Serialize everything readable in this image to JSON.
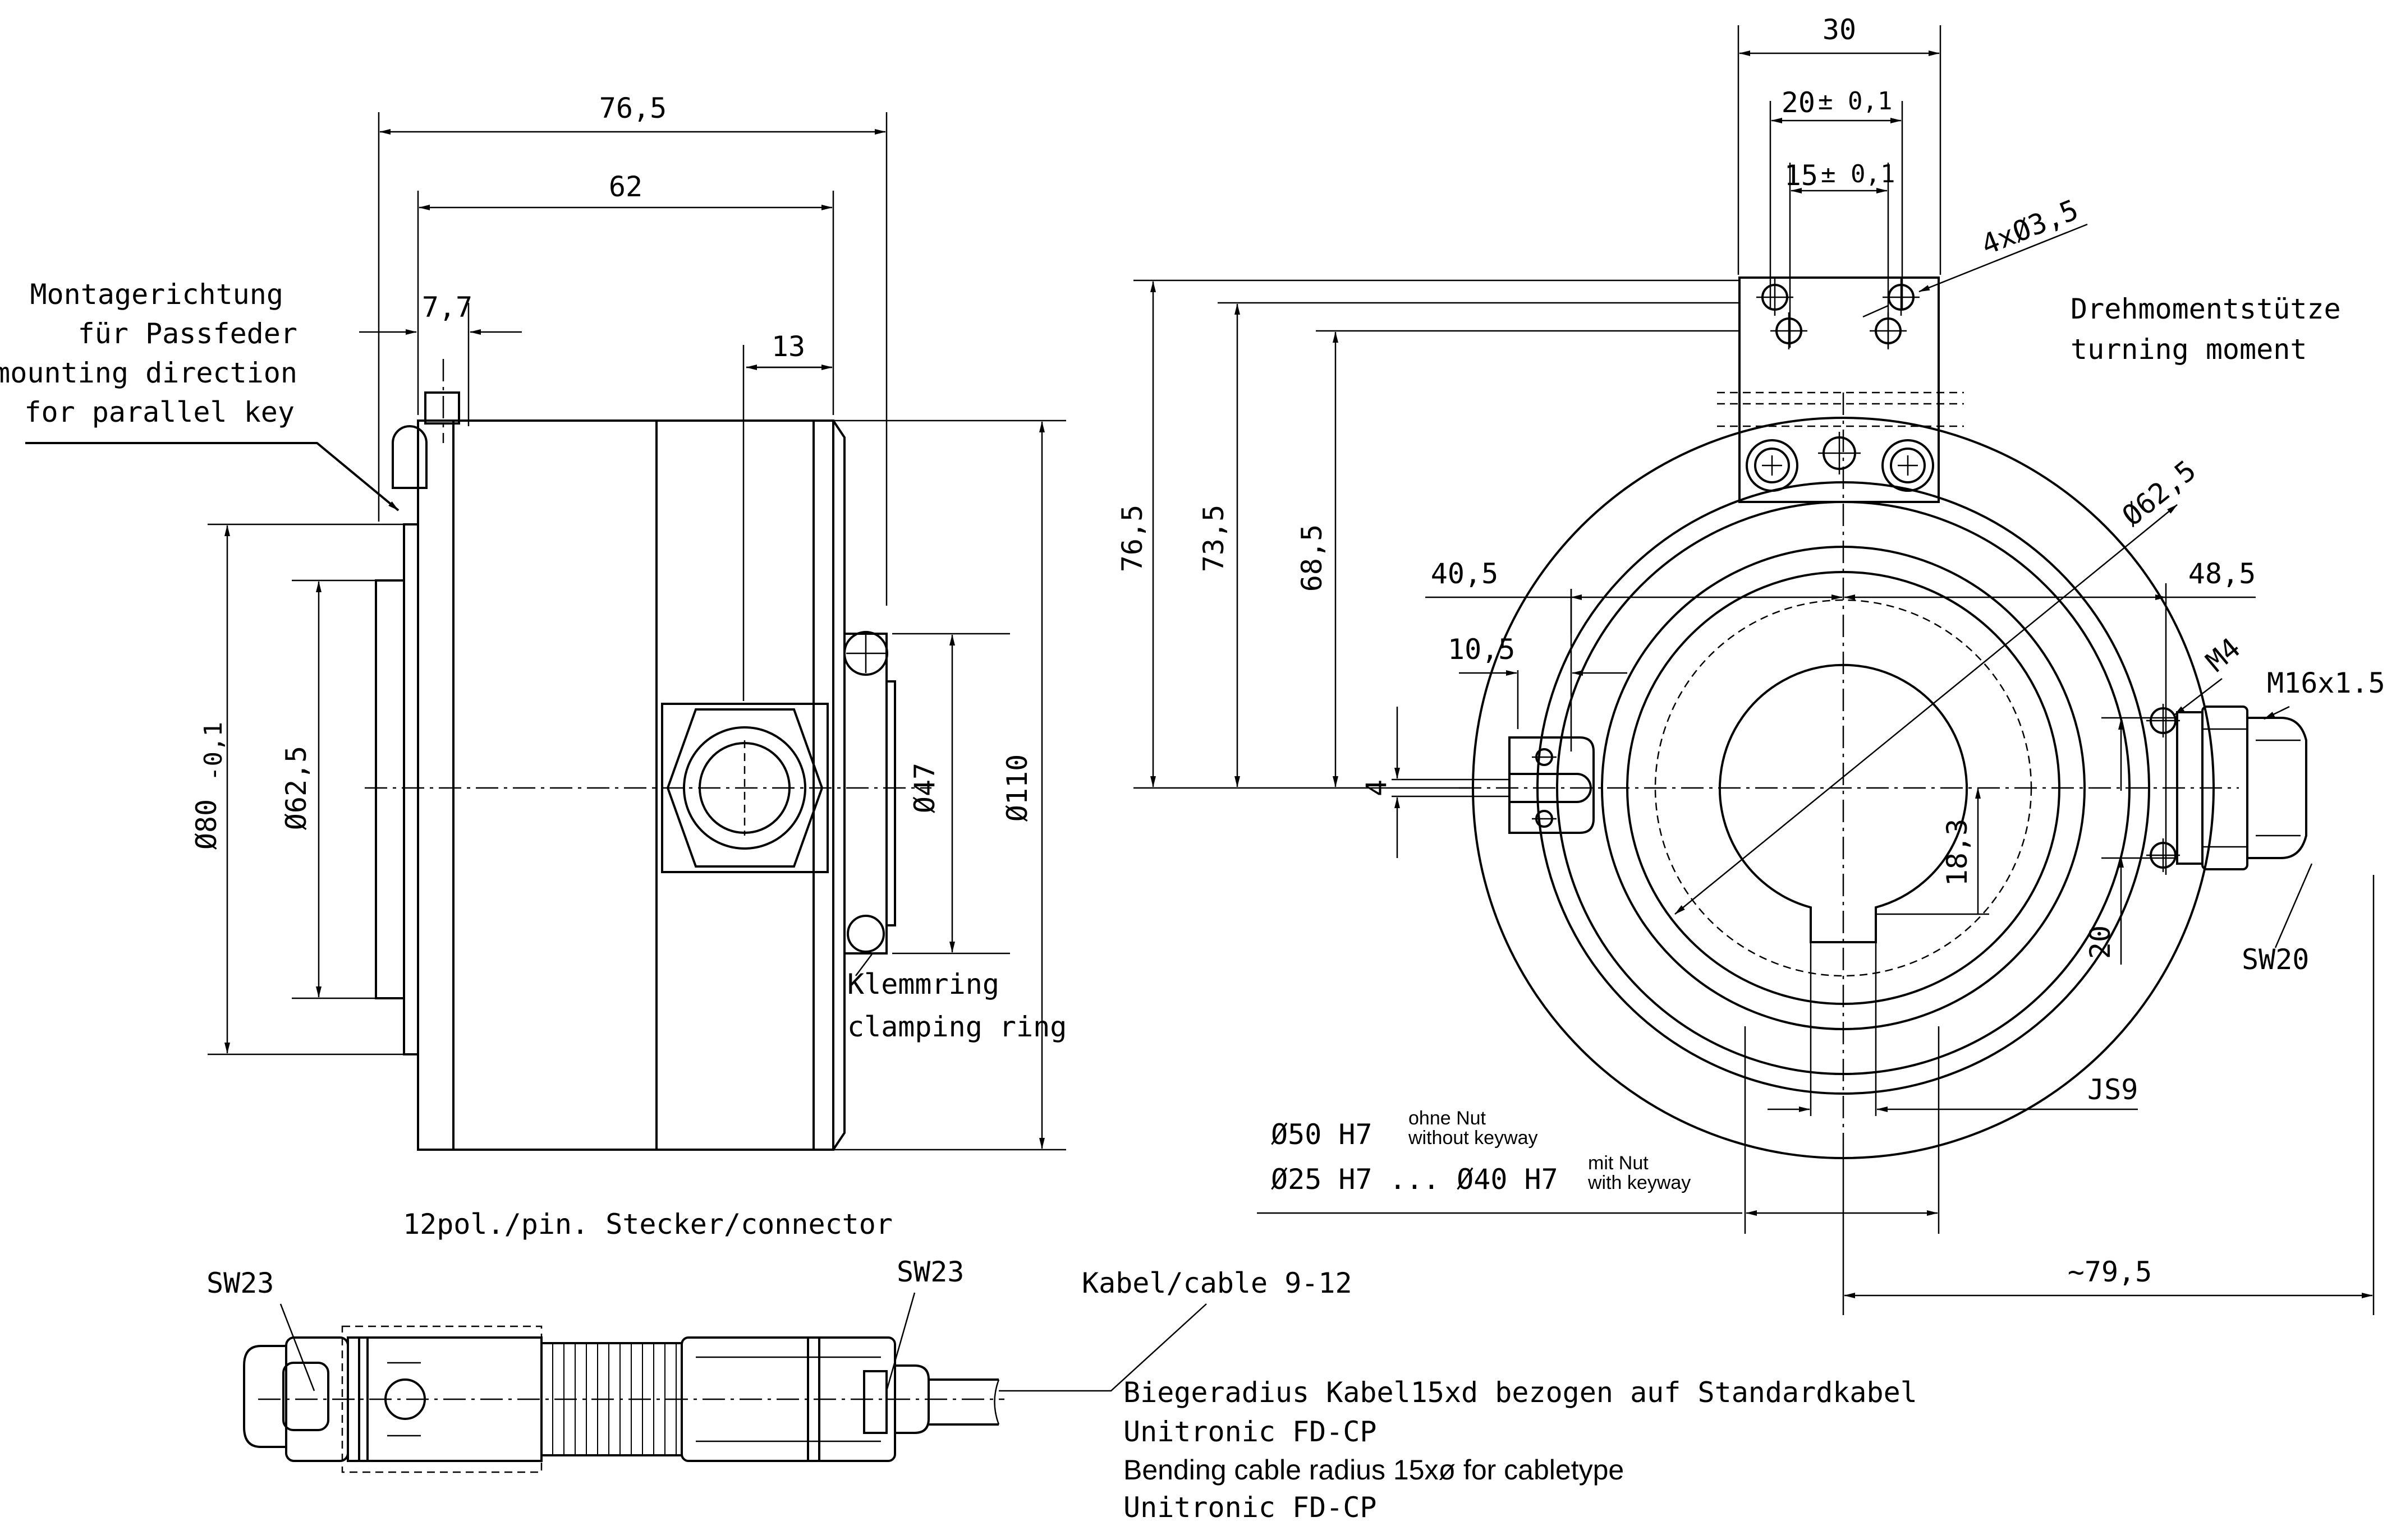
{
  "side_view": {
    "dim_total_length": "76,5",
    "dim_body_length": "62",
    "dim_key_offset": "7,7",
    "dim_connector_offset": "13",
    "dim_dia80": "Ø80",
    "dim_dia80_tol": "-0,1",
    "dim_dia62_5": "Ø62,5",
    "dim_dia47": "Ø47",
    "dim_dia110": "Ø110",
    "mounting_de_1": "Montagerichtung",
    "mounting_de_2": "für Passfeder",
    "mounting_en_1": "mounting direction",
    "mounting_en_2": "for parallel key",
    "clamp_de": "Klemmring",
    "clamp_en": "clamping ring",
    "connector_label": "12pol./pin. Stecker/connector"
  },
  "front_view": {
    "dim_width_30": "30",
    "dim_20": "20",
    "dim_20_tol": "± 0,1",
    "dim_15": "15",
    "dim_15_tol": "± 0,1",
    "holes": "4xØ3,5",
    "torque_de": "Drehmomentstütze",
    "torque_en": "turning moment",
    "dim_76_5": "76,5",
    "dim_73_5": "73,5",
    "dim_68_5": "68,5",
    "dim_40_5": "40,5",
    "dim_10_5": "10,5",
    "dim_4": "4",
    "dim_dia62_5": "Ø62,5",
    "dim_48_5": "48,5",
    "thread_m4": "M4",
    "thread_m16": "M16x1.5",
    "dim_18_3": "18,3",
    "sw20": "SW20",
    "js9": "JS9",
    "bore_1": "Ø50 H7",
    "bore_1_note_de": "ohne Nut",
    "bore_1_note_en": "without keyway",
    "bore_2": "Ø25 H7 ... Ø40 H7",
    "bore_2_note_de": "mit Nut",
    "bore_2_note_en": "with keyway",
    "dim_79_5": "~79,5"
  },
  "connector_view": {
    "sw23_left": "SW23",
    "sw23_right": "SW23",
    "cable": "Kabel/cable 9-12",
    "note_1": "Biegeradius Kabel15xd bezogen auf Standardkabel",
    "note_2": "Unitronic FD-CP",
    "note_3": "Bending cable radius 15xø for cabletype",
    "note_4": "Unitronic FD-CP"
  }
}
